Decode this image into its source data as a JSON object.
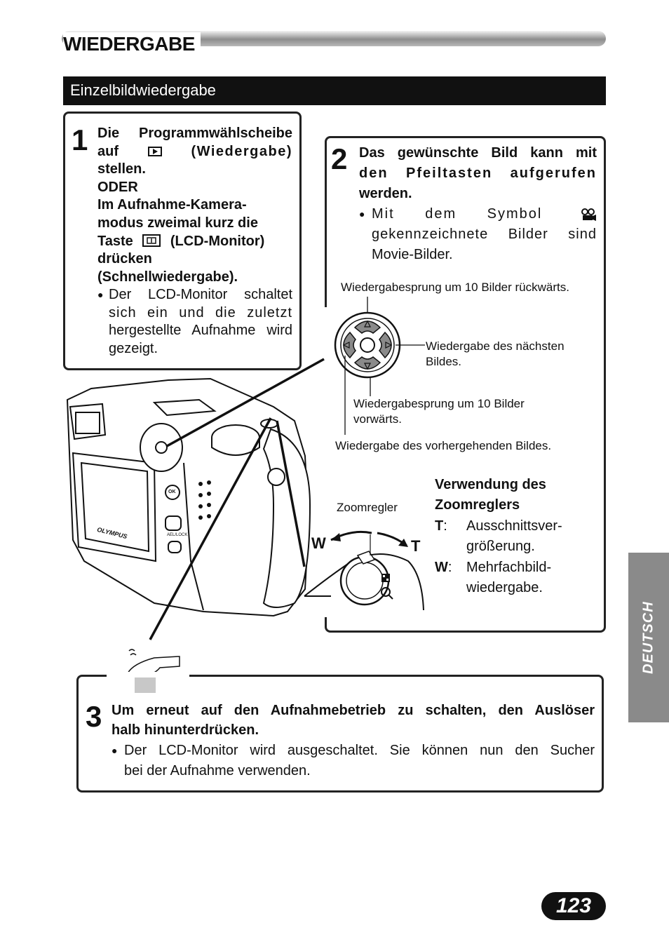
{
  "header": {
    "title": "WIEDERGABE",
    "section": "Einzelbildwiedergabe"
  },
  "step1": {
    "num": "1",
    "line1": "Die Programmwählscheibe",
    "line2a": "auf",
    "line2b": "(Wiedergabe)",
    "line3": "stellen.",
    "line4": "ODER",
    "line5": "Im Aufnahme-Kamera-",
    "line6": "modus zweimal kurz die",
    "line7a": "Taste",
    "line7b": "(LCD-Monitor)",
    "line8": "drücken",
    "line9": "(Schnellwiedergabe).",
    "bullet_l1": "Der LCD-Monitor schaltet",
    "bullet_l2": "sich ein und die zuletzt",
    "bullet_l3": "hergestellte Aufnahme wird",
    "bullet_l4": "gezeigt."
  },
  "step2": {
    "num": "2",
    "l1": "Das gewünschte Bild kann mit",
    "l2": "den Pfeiltasten aufgerufen",
    "l3": "werden.",
    "b1": "Mit dem Symbol",
    "b2": "gekennzeichnete Bilder sind",
    "b3": "Movie-Bilder.",
    "lbl_up": "Wiedergabesprung um 10 Bilder rückwärts.",
    "lbl_right_1": "Wiedergabe des nächsten",
    "lbl_right_2": "Bildes.",
    "lbl_down_1": "Wiedergabesprung um 10 Bilder",
    "lbl_down_2": "vorwärts.",
    "lbl_left": "Wiedergabe des vorhergehenden Bildes.",
    "zoom_label": "Zoomregler",
    "zoom_w": "W",
    "zoom_t": "T",
    "zoom_head_1": "Verwendung des",
    "zoom_head_2": "Zoomreglers",
    "t_key": "T",
    "t_desc_1": "Ausschnittsver-",
    "t_desc_2": "größerung.",
    "w_key": "W",
    "w_desc_1": "Mehrfachbild-",
    "w_desc_2": "wiedergabe."
  },
  "camera": {
    "brand": "OLYMPUS",
    "ok_label": "OK",
    "ael_label": "AEL/LOCK"
  },
  "step3": {
    "num": "3",
    "l1": "Um erneut auf den Aufnahmebetrieb zu schalten, den Auslöser",
    "l2": "halb hinunterdrücken.",
    "b1": "Der LCD-Monitor wird ausgeschaltet. Sie können nun den Sucher",
    "b2": "bei der Aufnahme verwenden."
  },
  "side_tab": "DEUTSCH",
  "page_number": "123",
  "icons": {
    "bullet": "●",
    "play": "play-icon",
    "monitor": "lcd-monitor-icon",
    "movie": "movie-icon"
  }
}
